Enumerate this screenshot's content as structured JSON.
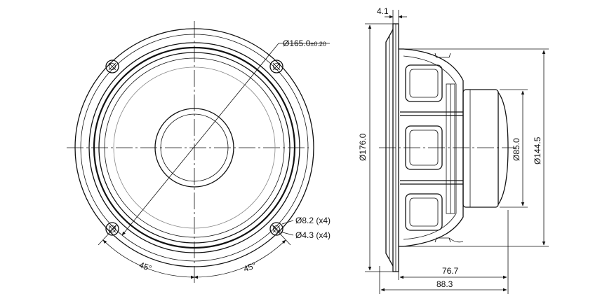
{
  "diagram": {
    "front_view": {
      "dims": {
        "outer_diameter": "Ø165.0",
        "outer_tolerance": "±0.20",
        "hole_outer": "Ø8.2 (x4)",
        "hole_inner": "Ø4.3 (x4)",
        "angle_left": "45°",
        "angle_right": "45°"
      }
    },
    "side_view": {
      "dims": {
        "flange_thickness": "4.1",
        "overall_diameter": "Ø176.0",
        "magnet_diameter": "Ø85.0",
        "cutout_diameter": "Ø144.5",
        "depth_partial": "76.7",
        "depth_total": "88.3"
      }
    }
  }
}
